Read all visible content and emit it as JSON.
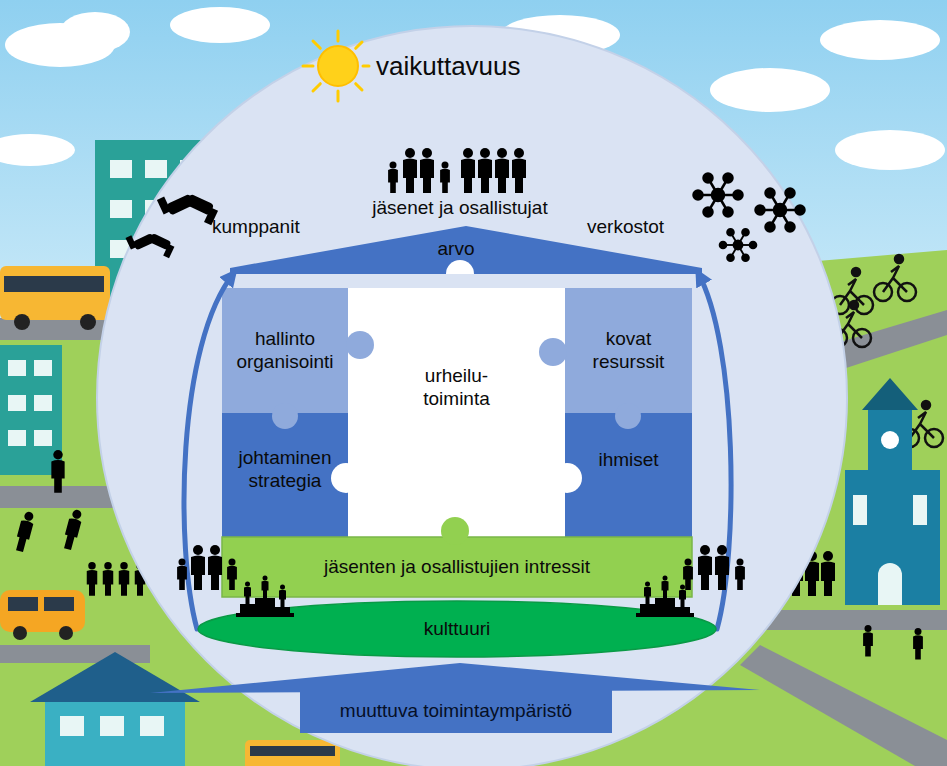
{
  "diagram": {
    "nodes": [
      {
        "text": [
          "arvo"
        ]
      },
      {
        "text": [
          "hallinto organisointi"
        ]
      },
      {
        "text": [
          "urheilu- toiminta"
        ]
      },
      {
        "text": [
          "kovat resurssit"
        ]
      },
      {
        "text": [
          "johtaminen strategia"
        ]
      },
      {
        "text": [
          "ihmiset"
        ]
      },
      {
        "text": [
          "jäsenten ja osallistujien intressit"
        ]
      },
      {
        "text": [
          "kulttuuri"
        ]
      },
      {
        "text": [
          "muuttuva toimintaympäristö"
        ]
      }
    ],
    "edges": [
      {
        "from": 7,
        "to": 0,
        "arrow": "to"
      },
      {
        "from": 7,
        "to": 0,
        "arrow": "to"
      }
    ],
    "labels": [
      "vaikuttavuus",
      "jäsenet ja osallistujat",
      "kumppanit",
      "verkostot"
    ]
  }
}
